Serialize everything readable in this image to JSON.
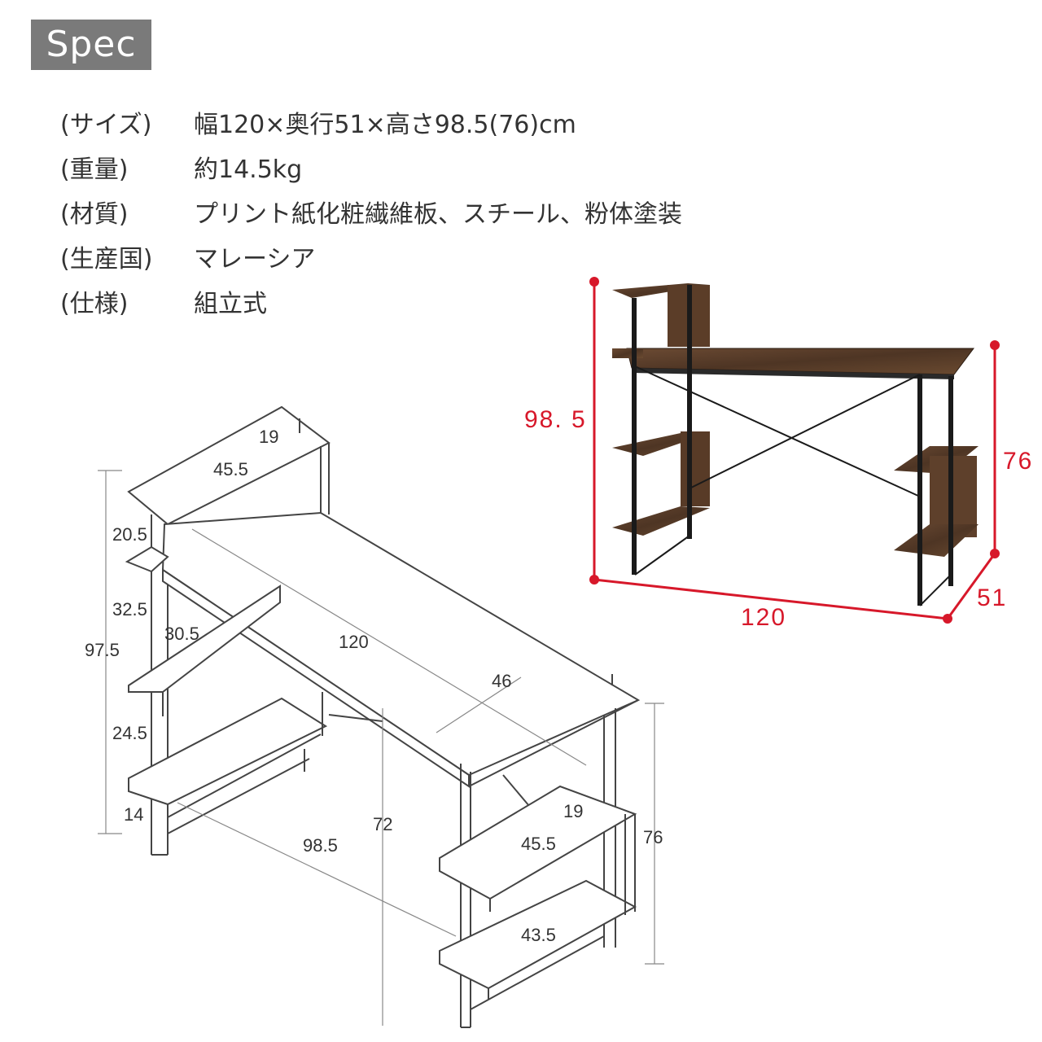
{
  "header": {
    "title": "Spec"
  },
  "specs": [
    {
      "label": "(サイズ)",
      "value": "幅120×奥行51×高さ98.5(76)cm"
    },
    {
      "label": "(重量)",
      "value": "約14.5kg"
    },
    {
      "label": "(材質)",
      "value": "プリント紙化粧繊維板、スチール、粉体塗装"
    },
    {
      "label": "(生産国)",
      "value": "マレーシア"
    },
    {
      "label": "(仕様)",
      "value": "組立式"
    }
  ],
  "photo_dims": {
    "height_total": "98. 5",
    "height_desk": "76",
    "width": "120",
    "depth": "51"
  },
  "drawing_dims": {
    "top_shelf_depth": "19",
    "top_shelf_width": "45.5",
    "gap_top": "20.5",
    "gap_mid": "32.5",
    "shelf_inner": "30.5",
    "overall_height": "97.5",
    "gap_low": "24.5",
    "gap_bottom": "14",
    "desk_width": "120",
    "desk_depth": "46",
    "leg_height": "72",
    "desk_length": "98.5",
    "right_shelf_depth": "19",
    "right_shelf_width": "45.5",
    "right_bottom_width": "43.5",
    "desk_height": "76"
  },
  "colors": {
    "accent": "#d7182a",
    "badge": "#7a7a7a",
    "wood": "#5a3d2b",
    "frame": "#1a1a1a"
  }
}
